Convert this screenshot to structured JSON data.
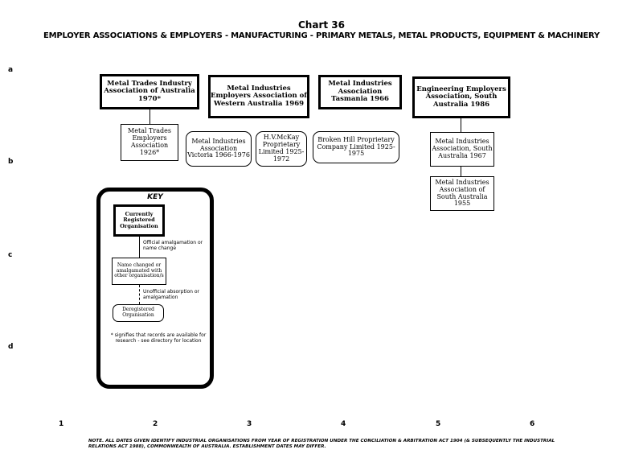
{
  "title": "Chart 36",
  "subtitle": "EMPLOYER ASSOCIATIONS & EMPLOYERS - MANUFACTURING - PRIMARY METALS, METAL PRODUCTS, EQUIPMENT & MACHINERY",
  "row_labels": [
    "a",
    "b",
    "c",
    "d"
  ],
  "column_labels": [
    "1",
    "2",
    "3",
    "4",
    "5",
    "6"
  ],
  "organisations": {
    "mtia": "Metal Trades Industry Association of Australia 1970*",
    "mtea": "Metal Trades Employers Association 1926*",
    "mieawa": "Metal Industries Employers Association of Western Australia 1969",
    "miav": "Metal Industries Association Victoria 1966-1976",
    "hvmckay": "H.V.McKay Proprietary Limited 1925-1972",
    "mit": "Metal Industries Association Tasmania 1966",
    "bhp": "Broken Hill Proprietary Company Limited 1925-1975",
    "eeasa": "Engineering Employers Association, South Australia 1986",
    "miasa": "Metal Industries Association, South Australia 1967",
    "miaosa": "Metal Industries Association of South Australia 1955"
  },
  "key": {
    "title": "KEY",
    "current": "Currently Registered Organisation",
    "official": "Official amalgamation or name change",
    "changed": "Name changed or amalgamated with other organisation/s",
    "unofficial": "Unofficial absorption or amalgamation",
    "deregistered": "Deregistered Organisation",
    "asterisk_note": "* signifies that records are available for research - see directory for location"
  },
  "note": "NOTE. ALL DATES GIVEN IDENTIFY INDUSTRIAL ORGANISATIONS FROM YEAR OF REGISTRATION UNDER THE CONCILIATION & ARBITRATION ACT 1904 (& SUBSEQUENTLY THE INDUSTRIAL RELATIONS ACT 1988), COMMONWEALTH OF AUSTRALIA. ESTABLISHMENT DATES MAY DIFFER."
}
